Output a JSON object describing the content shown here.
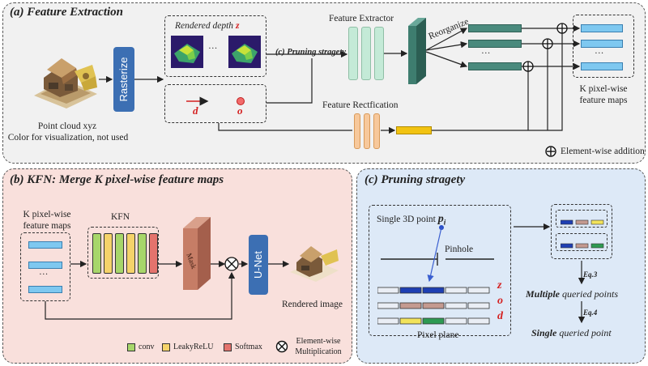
{
  "colors": {
    "blue_bar": "#7ec8f0",
    "blue_block": "#3c6fb3",
    "teal_bar": "#4a8a7d",
    "mint": "#c4ead7",
    "orange": "#f7c89b",
    "yellow_bar": "#f2c311",
    "conv": "#a7d66a",
    "leaky": "#f5d36a",
    "softmax": "#e4736d",
    "mask": "#c67d66",
    "red": "#d42020"
  },
  "panel_a": {
    "title": "(a) Feature Extraction",
    "point_cloud_caption_1": "Point cloud xyz",
    "point_cloud_caption_2": "Color for visualization, not used",
    "rasterize": "Rasterize",
    "rendered_depth": "Rendered depth",
    "z_symbol": "z",
    "dots": "···",
    "d_symbol": "d",
    "o_symbol": "o",
    "pruning": "(c) Pruning stragety",
    "feature_extractor": "Feature Extractor",
    "reorganize": "Reorganize",
    "feature_rectification": "Feature Rectfication",
    "k_maps_1": "K pixel-wise",
    "k_maps_2": "feature maps",
    "legend_add": "Element-wise addition",
    "plus_icon": "circle-plus-icon"
  },
  "panel_b": {
    "title": "(b) KFN: Merge K pixel-wise feature maps",
    "k_maps_1": "K pixel-wise",
    "k_maps_2": "feature maps",
    "kfn": "KFN",
    "mask": "Mask",
    "unet": "U-Net",
    "rendered_image": "Rendered image",
    "dots": "···",
    "legend": {
      "conv": "conv",
      "leaky": "LeakyReLU",
      "softmax": "Softmax",
      "mult_1": "Element-wise",
      "mult_2": "Multiplication"
    },
    "times_icon": "circle-times-icon"
  },
  "panel_c": {
    "title": "(c) Pruning stragety",
    "single_point": "Single 3D point",
    "p_symbol": "p",
    "p_sub": "i",
    "pinhole": "Pinhole",
    "pixel_plane": "Pixel plane",
    "z": "z",
    "o": "o",
    "d": "d",
    "eq3": "Eq.3",
    "eq4": "Eq.4",
    "multiple": "Multiple",
    "queried_points": "queried points",
    "single": "Single",
    "queried_point": "queried point"
  }
}
